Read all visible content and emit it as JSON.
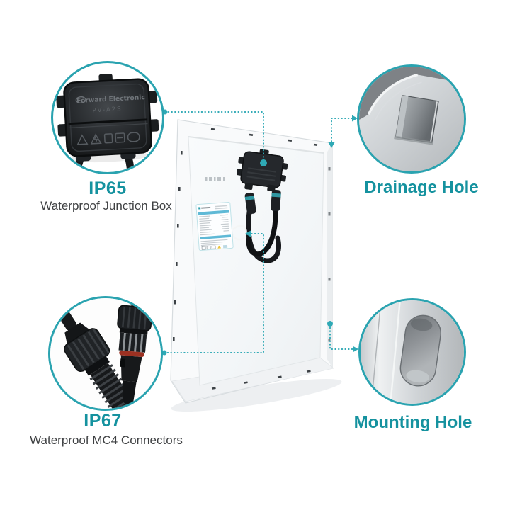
{
  "colors": {
    "accent_text": "#15929f",
    "circle_border": "#2aa3b0",
    "dotted_line": "#2fa9b5",
    "label_text": "#3f4143",
    "panel_face": "#f1f3f5",
    "connector_black": "#17191b",
    "oring_red": "#9c3122"
  },
  "callouts": {
    "junction_box": {
      "rating": "IP65",
      "label": "Waterproof Junction Box"
    },
    "drainage_hole": {
      "label": "Drainage Hole"
    },
    "mc4_connectors": {
      "rating": "IP67",
      "label": "Waterproof MC4 Connectors"
    },
    "mounting_hole": {
      "label": "Mounting Hole"
    }
  },
  "panel": {
    "junction_box_brand": "Forward Electronic",
    "junction_box_model": "PV-A2S"
  }
}
